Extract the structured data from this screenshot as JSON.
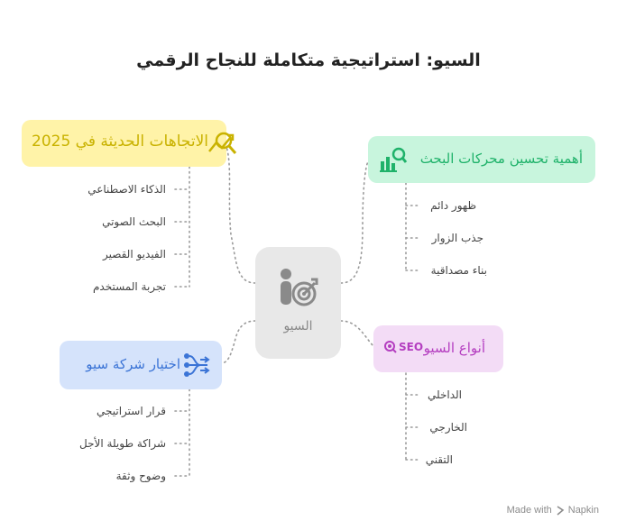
{
  "title": "السيو: استراتيجية متكاملة للنجاح الرقمي",
  "center": {
    "label": "السيو",
    "icon": "person-target-icon"
  },
  "branches": {
    "trends": {
      "label": "الاتجاهات الحديثة في 2025",
      "color": "#fff3a8",
      "text_color": "#c9b200",
      "icon": "trend-search-icon",
      "items": [
        "الذكاء الاصطناعي",
        "البحث الصوتي",
        "الفيديو القصير",
        "تجربة المستخدم"
      ]
    },
    "importance": {
      "label": "أهمية تحسين محركات البحث",
      "color": "#c8f5dd",
      "text_color": "#1fb26a",
      "icon": "chart-search-icon",
      "items": [
        "ظهور دائم",
        "جذب الزوار",
        "بناء مصداقية"
      ]
    },
    "types": {
      "label": "أنواع السيو",
      "color": "#f3dcf6",
      "text_color": "#b43ec0",
      "icon": "seo-icon",
      "icon_text": "SEO",
      "items": [
        "الداخلي",
        "الخارجي",
        "التقني"
      ]
    },
    "company": {
      "label": "اختيار شركة سيو",
      "color": "#d5e3fb",
      "text_color": "#3b74d6",
      "icon": "network-arrows-icon",
      "items": [
        "قرار استراتيجي",
        "شراكة طويلة الأجل",
        "وضوح وثقة"
      ]
    }
  },
  "watermark": {
    "prefix": "Made with",
    "brand": "Napkin"
  }
}
